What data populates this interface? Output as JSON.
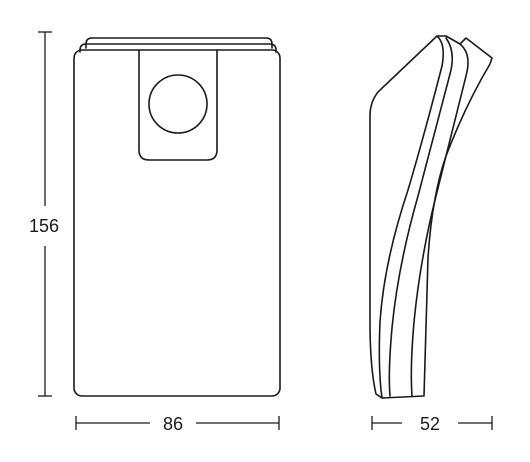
{
  "dimensions": {
    "height_label": "156",
    "width_label": "86",
    "depth_label": "52"
  },
  "colors": {
    "stroke": "#1a1a1a",
    "background": "#ffffff"
  }
}
